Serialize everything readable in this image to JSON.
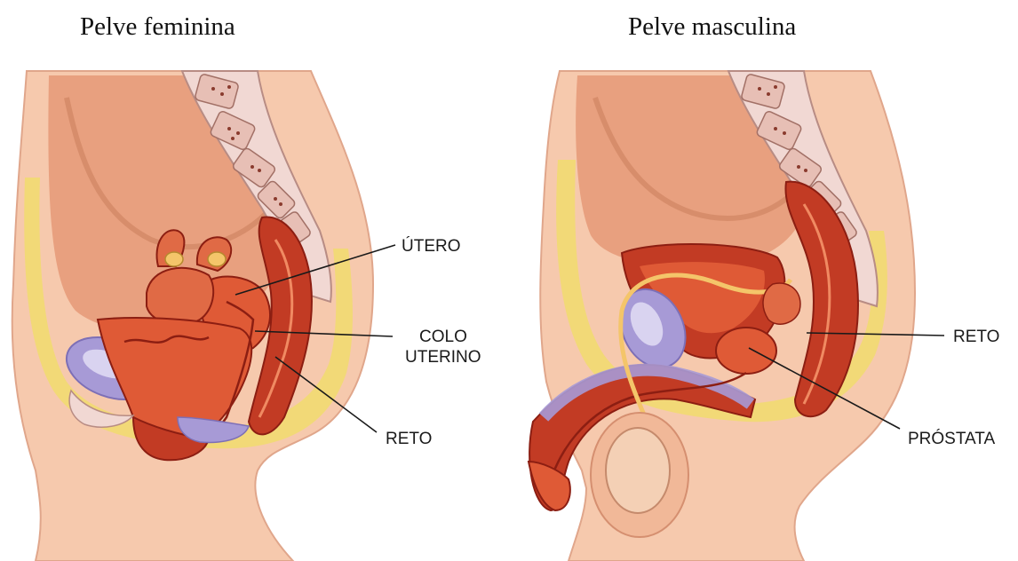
{
  "titles": {
    "female": "Pelve feminina",
    "male": "Pelve masculina"
  },
  "female_labels": {
    "utero": "ÚTERO",
    "colo_line1": "COLO",
    "colo_line2": "UTERINO",
    "reto": "RETO"
  },
  "male_labels": {
    "reto": "RETO",
    "prostata": "PRÓSTATA"
  },
  "palette": {
    "skin": "#f6c9ad",
    "skin_dark": "#e9a888",
    "cavity": "#e8a07f",
    "fat": "#f2d977",
    "bone": "#f1d8d3",
    "muscle": "#c23b24",
    "organ": "#df5a36",
    "organ_dark": "#8c1e12",
    "bladder": "#a79ad6",
    "bladder_light": "#d9d3f0"
  }
}
